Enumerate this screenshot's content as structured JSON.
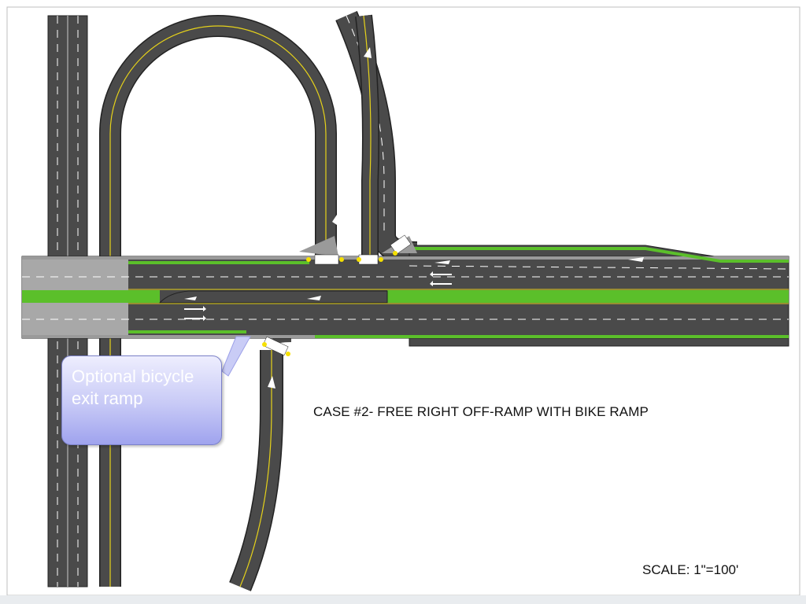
{
  "diagram": {
    "title": "CASE #2- FREE RIGHT OFF-RAMP WITH BIKE RAMP",
    "scale": "SCALE: 1\"=100'",
    "callout": "Optional bicycle exit ramp"
  },
  "colors": {
    "road": "#4a4a4a",
    "median_green": "#5bbf2a",
    "lane_line": "#ffffff",
    "centerline_yellow": "#e6d21a",
    "bridge_deck": "#b8b8b8",
    "callout_fill": "#b3b6f3"
  }
}
